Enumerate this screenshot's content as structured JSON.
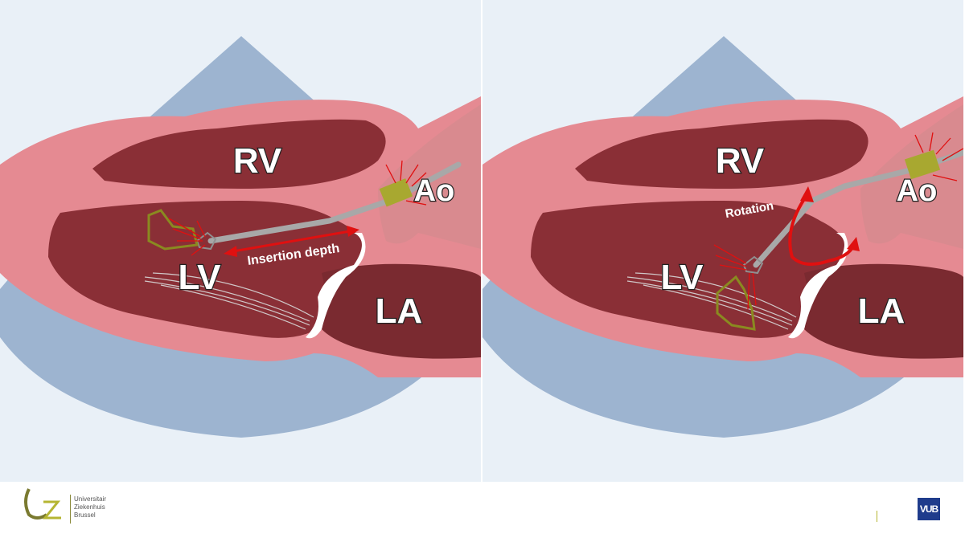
{
  "panels": [
    {
      "labels": {
        "rv": "RV",
        "lv": "LV",
        "la": "LA",
        "ao": "Ao"
      },
      "annotation": "Insertion depth"
    },
    {
      "labels": {
        "rv": "RV",
        "lv": "LV",
        "la": "LA",
        "ao": "Ao"
      },
      "annotation": "Rotation"
    }
  ],
  "footer": {
    "logo_lines": [
      "Universitair",
      "Ziekenhuis",
      "Brussel"
    ],
    "vub_logo": "VUB"
  },
  "colors": {
    "background": "#e8eef5",
    "sector": "#8fa9c9",
    "myocardium": "#e58a92",
    "cavity": "#8a2f36",
    "probe": "#a0a0a0",
    "transducer": "#a8a830",
    "arrow": "#e01010"
  }
}
